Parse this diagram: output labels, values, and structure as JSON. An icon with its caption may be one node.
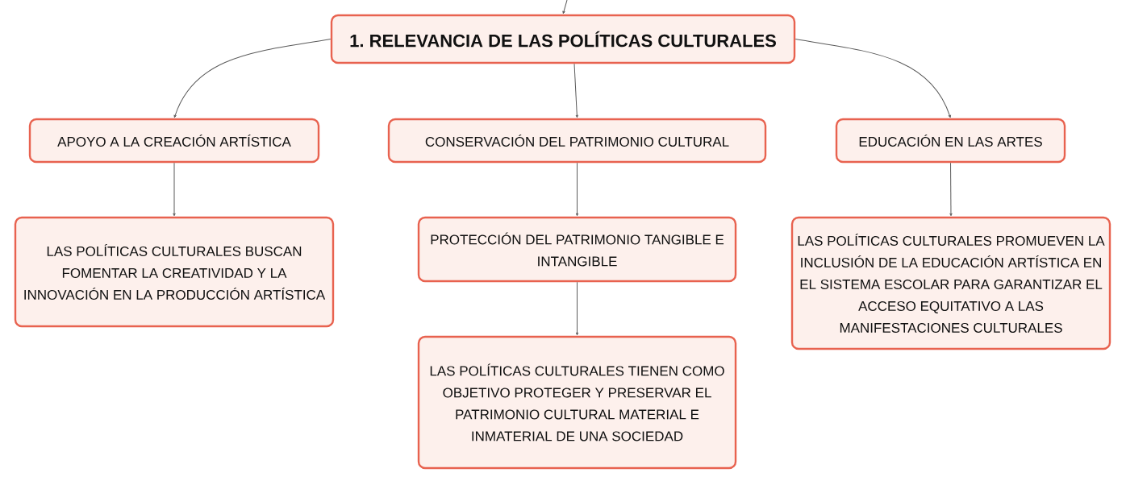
{
  "diagram": {
    "nodes": [
      {
        "text": [
          "1. RELEVANCIA DE LAS POLÍTICAS CULTURALES"
        ]
      },
      {
        "text": [
          "APOYO A LA CREACIÓN ARTÍSTICA"
        ]
      },
      {
        "text": [
          "CONSERVACIÓN DEL PATRIMONIO CULTURAL"
        ]
      },
      {
        "text": [
          "EDUCACIÓN EN LAS ARTES"
        ]
      },
      {
        "text": [
          "LAS POLÍTICAS CULTURALES BUSCAN FOMENTAR LA CREATIVIDAD Y LA INNOVACIÓN EN LA PRODUCCIÓN ARTÍSTICA"
        ]
      },
      {
        "text": [
          "PROTECCIÓN DEL PATRIMONIO TANGIBLE E INTANGIBLE"
        ]
      },
      {
        "text": [
          "LAS POLÍTICAS CULTURALES PROMUEVEN LA INCLUSIÓN DE LA EDUCACIÓN ARTÍSTICA EN EL SISTEMA ESCOLAR PARA GARANTIZAR EL ACCESO EQUITATIVO A LAS MANIFESTACIONES CULTURALES"
        ]
      },
      {
        "text": [
          "LAS POLÍTICAS CULTURALES TIENEN COMO OBJETIVO PROTEGER Y PRESERVAR EL PATRIMONIO CULTURAL MATERIAL E INMATERIAL DE UNA SOCIEDAD"
        ]
      }
    ],
    "edges": [
      {
        "from": null,
        "to": 0,
        "arrow": "to"
      },
      {
        "from": 0,
        "to": 1,
        "arrow": "to"
      },
      {
        "from": 0,
        "to": 2,
        "arrow": "to"
      },
      {
        "from": 0,
        "to": 3,
        "arrow": "to"
      },
      {
        "from": 1,
        "to": 4,
        "arrow": "to"
      },
      {
        "from": 2,
        "to": 5,
        "arrow": "to"
      },
      {
        "from": 5,
        "to": 7,
        "arrow": "to"
      },
      {
        "from": 3,
        "to": 6,
        "arrow": "to"
      }
    ]
  }
}
